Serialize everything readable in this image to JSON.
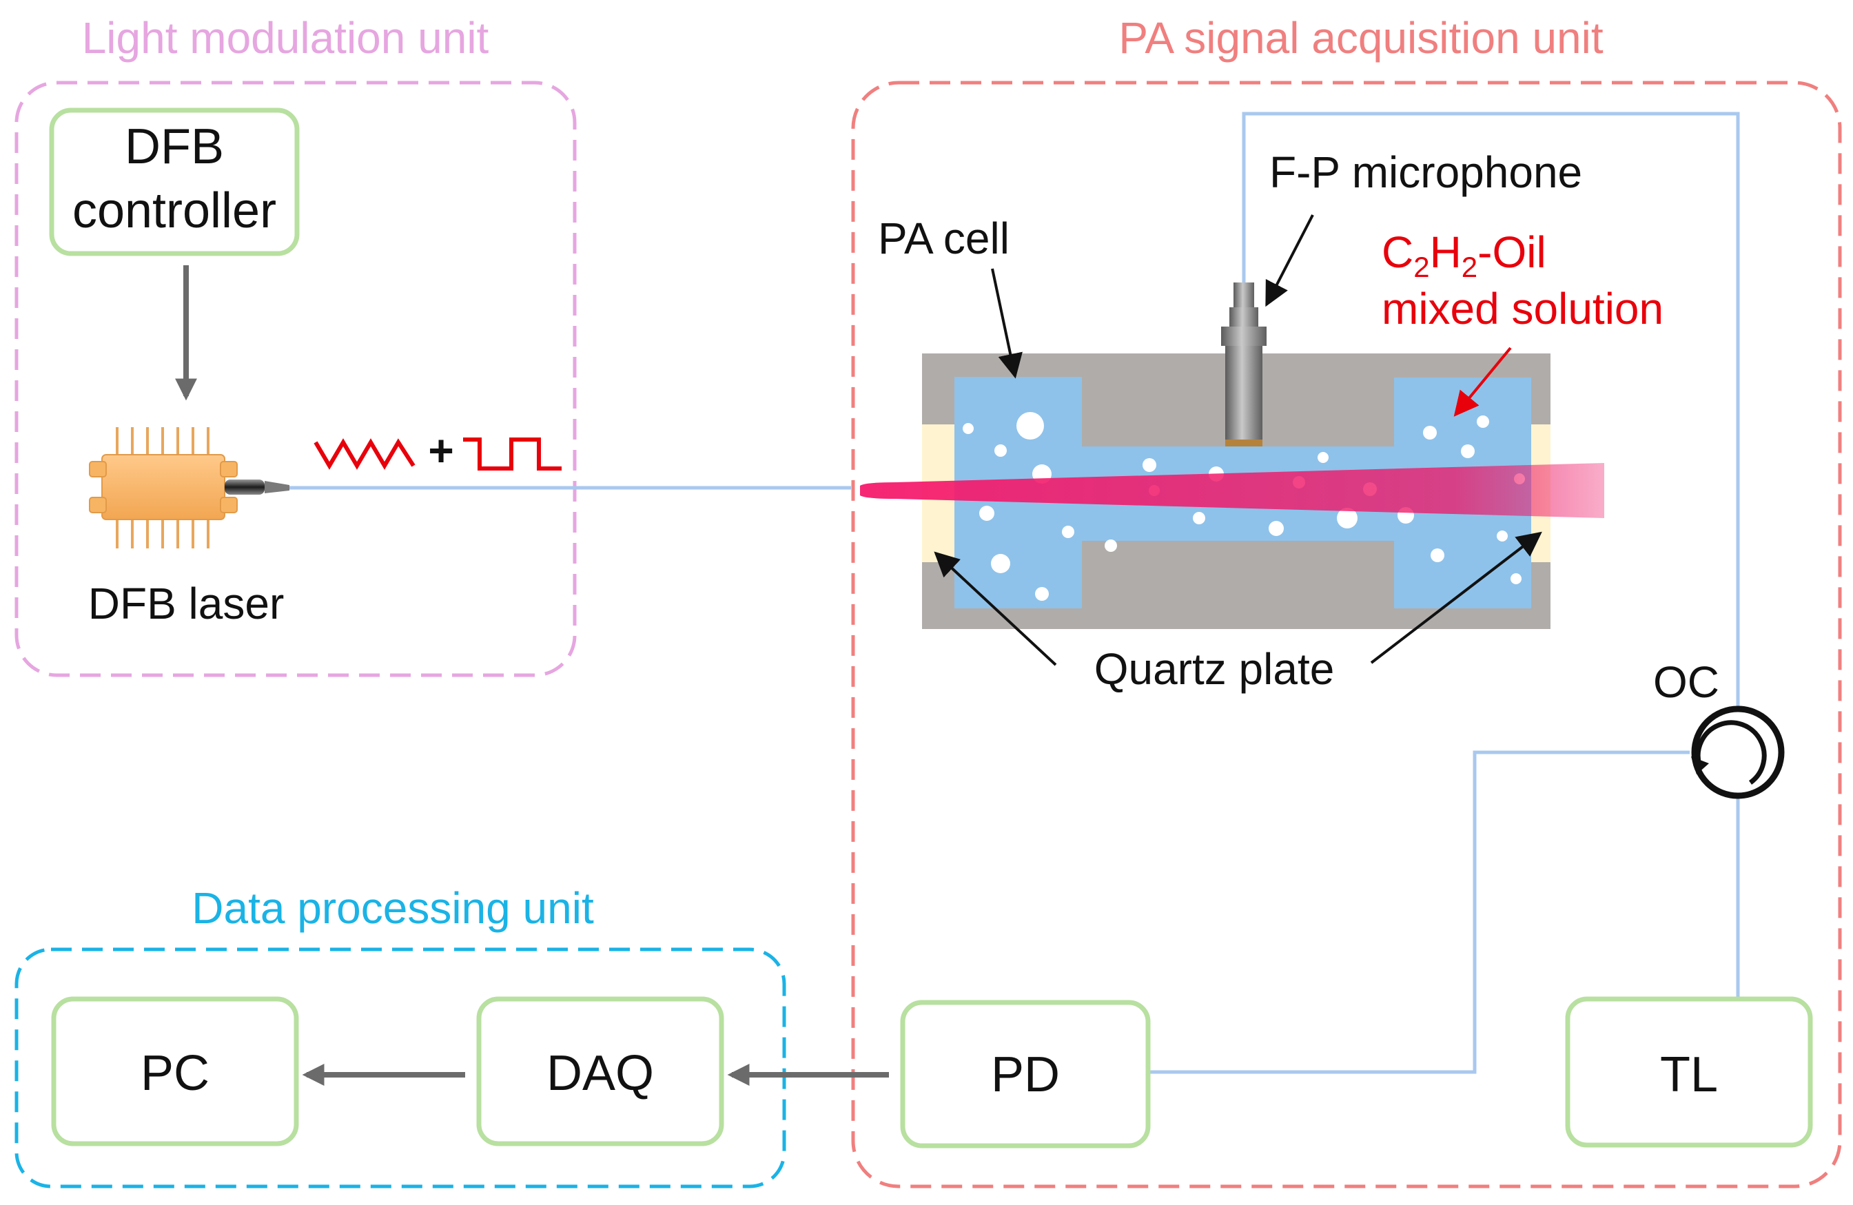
{
  "units": {
    "light_modulation": {
      "title": "Light modulation unit",
      "color": "#e6a6e0"
    },
    "pa_signal": {
      "title": "PA signal acquisition unit",
      "color": "#f07f7f"
    },
    "data_processing": {
      "title": "Data processing unit",
      "color": "#1ab3e6"
    }
  },
  "boxes": {
    "dfb_controller": [
      "DFB",
      "controller"
    ],
    "pc": "PC",
    "daq": "DAQ",
    "pd": "PD",
    "tl": "TL",
    "box_border_color": "#b8e0a0"
  },
  "labels": {
    "dfb_laser": "DFB laser",
    "modulation_plus": "+",
    "pa_cell": "PA cell",
    "fp_microphone": "F-P microphone",
    "solution_line1": "-Oil",
    "solution_line2": "mixed solution",
    "solution_c": "C",
    "solution_c_sub": "2",
    "solution_h": "H",
    "solution_h_sub": "2",
    "quartz_plate": "Quartz plate",
    "oc": "OC"
  },
  "icons": {
    "modulation_waveforms": "sine-plus-square-wave-icon",
    "circulator": "optical-circulator-icon",
    "laser_chip": "dfb-laser-chip-icon",
    "microphone": "fp-microphone-probe-icon"
  },
  "colors": {
    "fiber": "#a9c8ee",
    "arrow": "#6b6b6b",
    "cell_body": "#b0aca9",
    "liquid": "#8ec2ea",
    "beam": "#ee1565",
    "red_text": "#e8000b",
    "quartz": "#fff4cf"
  }
}
